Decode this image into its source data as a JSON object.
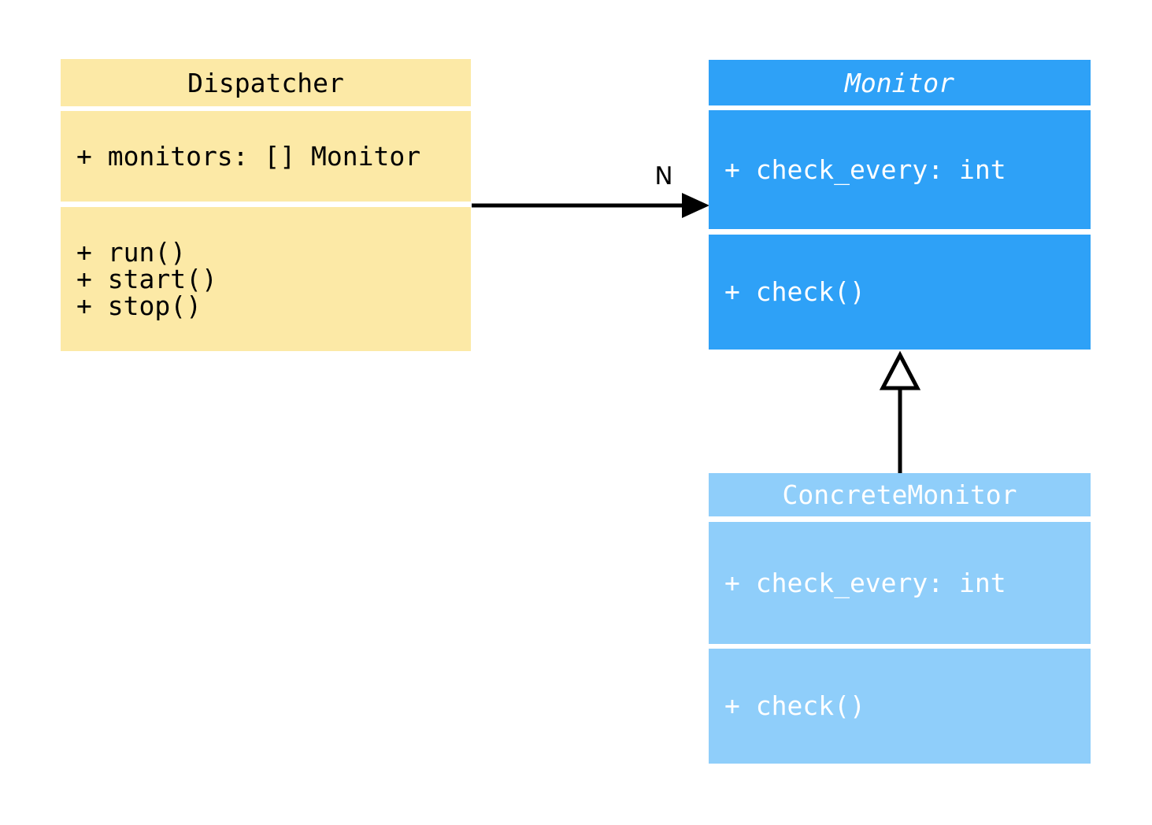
{
  "diagram": {
    "kind": "uml-class-diagram",
    "background": "#FFFFFF",
    "classes": [
      {
        "name": "Dispatcher",
        "abstract": false,
        "fill": "#FCE9A6",
        "text_color": "#000000",
        "attributes": [
          "+ monitors: [] Monitor"
        ],
        "methods": [
          "+ run()",
          "+ start()",
          "+ stop()"
        ]
      },
      {
        "name": "Monitor",
        "abstract": true,
        "fill": "#2EA1F7",
        "text_color": "#FFFFFF",
        "attributes": [
          "+ check_every: int"
        ],
        "methods": [
          "+ check()"
        ]
      },
      {
        "name": "ConcreteMonitor",
        "abstract": false,
        "fill": "#8FCEFA",
        "text_color": "#FFFFFF",
        "attributes": [
          "+ check_every: int"
        ],
        "methods": [
          "+ check()"
        ]
      }
    ],
    "relationships": [
      {
        "type": "association",
        "from": "Dispatcher",
        "to": "Monitor",
        "label": "N",
        "color": "#000000"
      },
      {
        "type": "inheritance",
        "from": "ConcreteMonitor",
        "to": "Monitor",
        "label": "",
        "color": "#000000"
      }
    ]
  }
}
